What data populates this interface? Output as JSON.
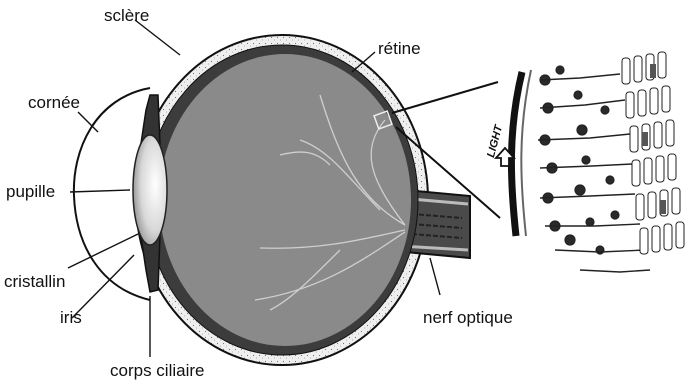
{
  "labels": {
    "sclere": "sclère",
    "retine": "rétine",
    "cornee": "cornée",
    "pupille": "pupille",
    "cristallin": "cristallin",
    "iris": "iris",
    "corps_ciliaire": "corps ciliaire",
    "nerf_optique": "nerf optique",
    "light": "LIGHT"
  },
  "colors": {
    "vitreous": "#8a8a8a",
    "choroid": "#3c3c3c",
    "sclera": "#e8e8e8",
    "outline": "#111111",
    "retina_cells": "#2a2a2a"
  }
}
